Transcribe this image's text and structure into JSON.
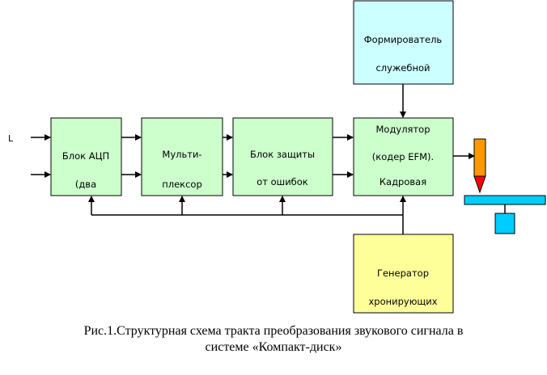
{
  "diagram": {
    "input_label": "L",
    "blocks": {
      "adc": {
        "lines": [
          "Блок АЦП",
          "(два"
        ],
        "fill": "#ccffcc"
      },
      "mux": {
        "lines": [
          "Мульти-",
          "плексор"
        ],
        "fill": "#ccffcc"
      },
      "ecc": {
        "lines": [
          "Блок защиты",
          "от ошибок"
        ],
        "fill": "#ccffcc"
      },
      "modulator": {
        "lines": [
          "Модулятор",
          "(кодер EFM).",
          "Кадровая"
        ],
        "fill": "#ccffcc"
      },
      "service": {
        "lines": [
          "Формирователь",
          "служебной"
        ],
        "fill": "#ccffff"
      },
      "clock": {
        "lines": [
          "Генератор",
          "хронирующих"
        ],
        "fill": "#ffff99"
      }
    },
    "laser_color": "#ff9900",
    "laser_tip_color": "#ff0000",
    "disc_color": "#00ccff"
  },
  "caption": {
    "line1": "Рис.1.Структурная схема тракта преобразования звукового сигнала в",
    "line2": "системе «Компакт-диск»"
  }
}
